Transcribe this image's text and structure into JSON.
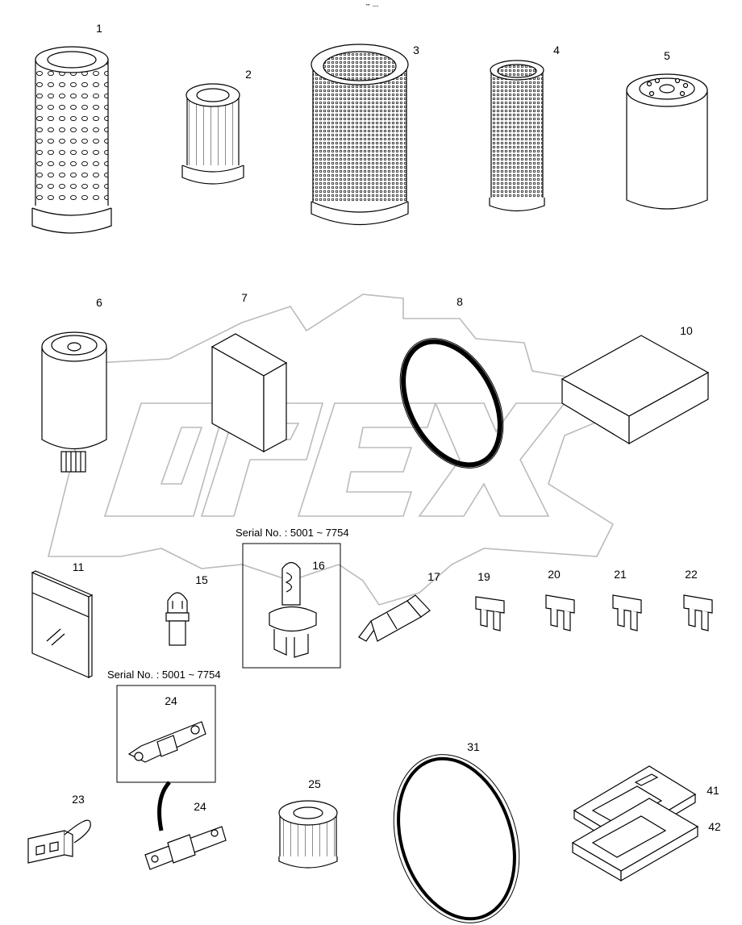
{
  "watermark": "OPEX",
  "top_mark": "™ ---",
  "callouts": {
    "n1": "1",
    "n2": "2",
    "n3": "3",
    "n4": "4",
    "n5": "5",
    "n6": "6",
    "n7": "7",
    "n8": "8",
    "n10": "10",
    "n11": "11",
    "n15": "15",
    "n16": "16",
    "n17": "17",
    "n19": "19",
    "n20": "20",
    "n21": "21",
    "n22": "22",
    "n24a": "24",
    "n23": "23",
    "n24b": "24",
    "n25": "25",
    "n31": "31",
    "n41": "41",
    "n42": "42"
  },
  "serial_notes": {
    "bulb": "Serial No. : 5001 ~ 7754",
    "fuse_link": "Serial No. : 5001 ~ 7754"
  }
}
